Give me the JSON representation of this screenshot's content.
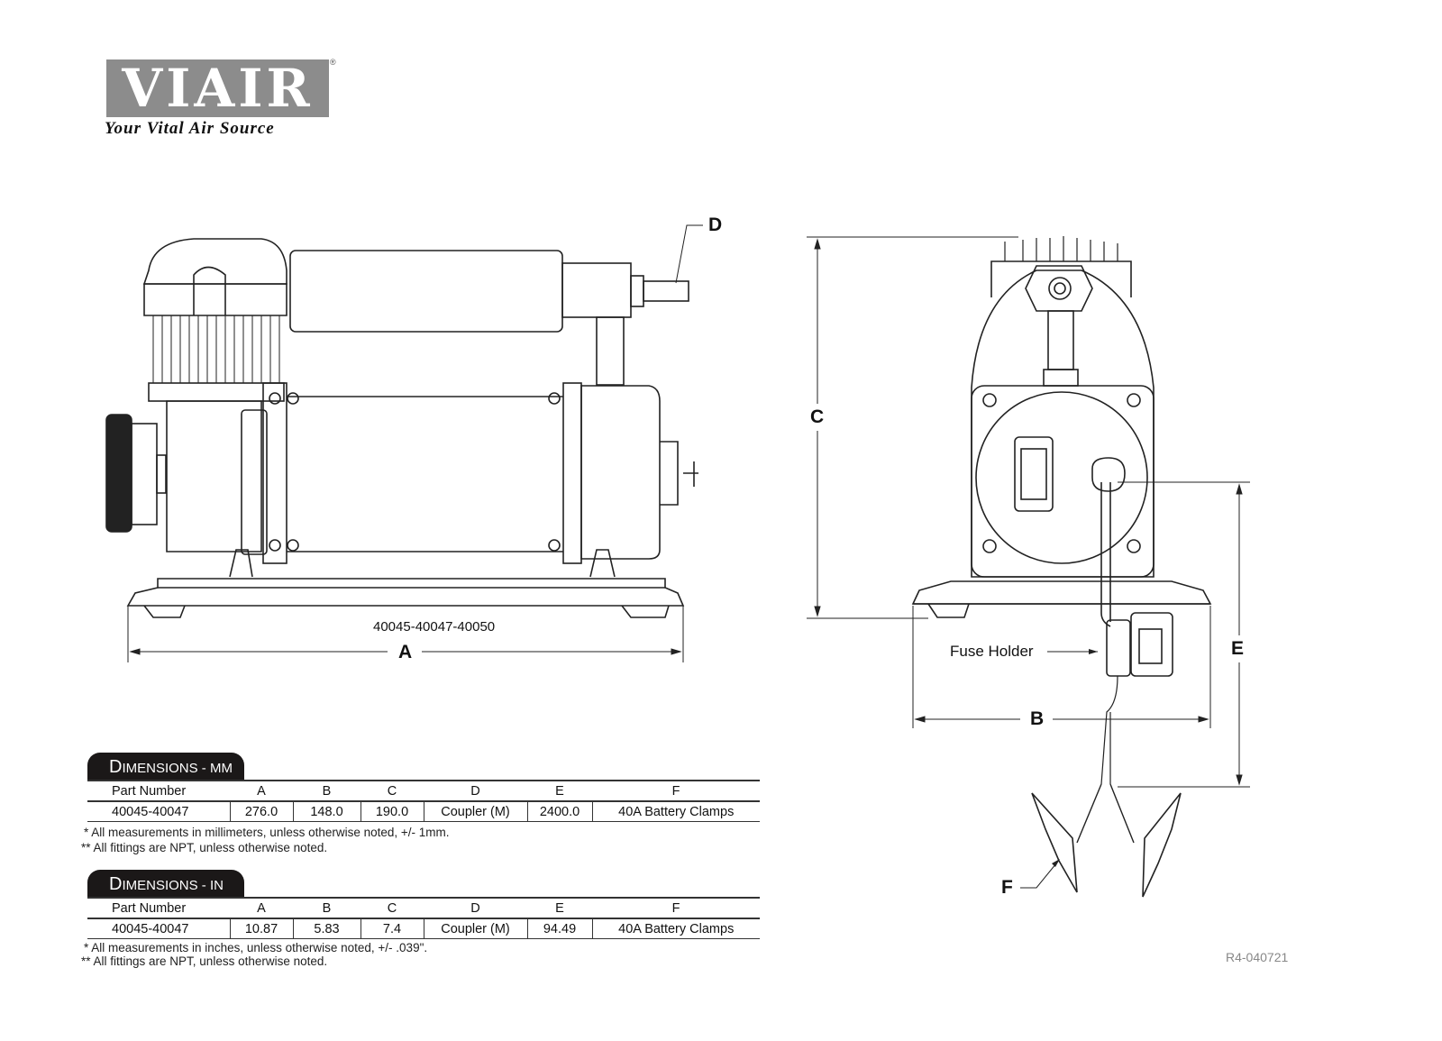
{
  "logo": {
    "brand": "VIAIR",
    "registered": "®",
    "tagline": "Your Vital Air Source"
  },
  "side_view": {
    "model_label": "40045-40047-40050",
    "dim_a": "A",
    "dim_d": "D"
  },
  "front_view": {
    "dim_b": "B",
    "dim_c": "C",
    "dim_e": "E",
    "dim_f": "F",
    "fuse_holder": "Fuse Holder"
  },
  "tables": [
    {
      "title_cap": "D",
      "title_rest": "IMENSIONS - MM",
      "headers": [
        "Part Number",
        "A",
        "B",
        "C",
        "D",
        "E",
        "F"
      ],
      "row": [
        "40045-40047",
        "276.0",
        "148.0",
        "190.0",
        "Coupler (M)",
        "2400.0",
        "40A Battery Clamps"
      ],
      "notes": [
        "* All measurements in millimeters, unless otherwise noted, +/- 1mm.",
        "** All fittings are NPT, unless otherwise noted."
      ]
    },
    {
      "title_cap": "D",
      "title_rest": "IMENSIONS - IN",
      "headers": [
        "Part Number",
        "A",
        "B",
        "C",
        "D",
        "E",
        "F"
      ],
      "row": [
        "40045-40047",
        "10.87",
        "5.83",
        "7.4",
        "Coupler (M)",
        "94.49",
        "40A Battery Clamps"
      ],
      "notes": [
        "* All measurements in inches, unless otherwise noted, +/- .039\".",
        "** All fittings are NPT, unless otherwise noted."
      ]
    }
  ],
  "revision": "R4-040721"
}
